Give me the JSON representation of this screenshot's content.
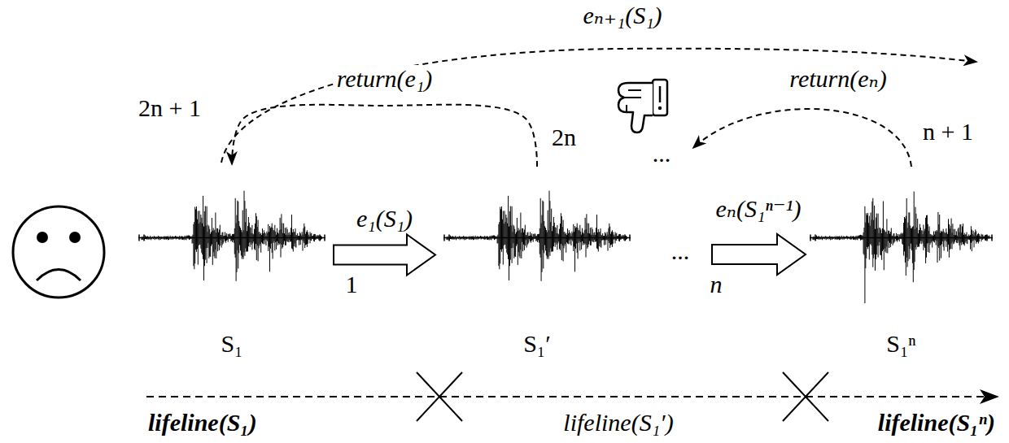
{
  "diagram": {
    "nodes": [
      {
        "text": [
          "S₁"
        ]
      },
      {
        "text": [
          "S₁′"
        ]
      },
      {
        "text": [
          "S₁ⁿ"
        ]
      }
    ],
    "edges": [
      {
        "from": 0,
        "to": 1,
        "arrow": "to",
        "label": "e₁(S₁)"
      },
      {
        "from": 1,
        "to": 0,
        "arrow": "to",
        "label": "return(e₁)"
      }
    ],
    "labels": [
      "eₙ₊₁(S₁)",
      "2n + 1",
      "2n",
      "...",
      "return(eₙ)",
      "n + 1",
      "...",
      "eₙ(S₁ⁿ⁻¹)",
      "1",
      "n",
      "lifeline(S₁)",
      "lifeline(S₁′)",
      "lifeline(S₁ⁿ)"
    ]
  }
}
